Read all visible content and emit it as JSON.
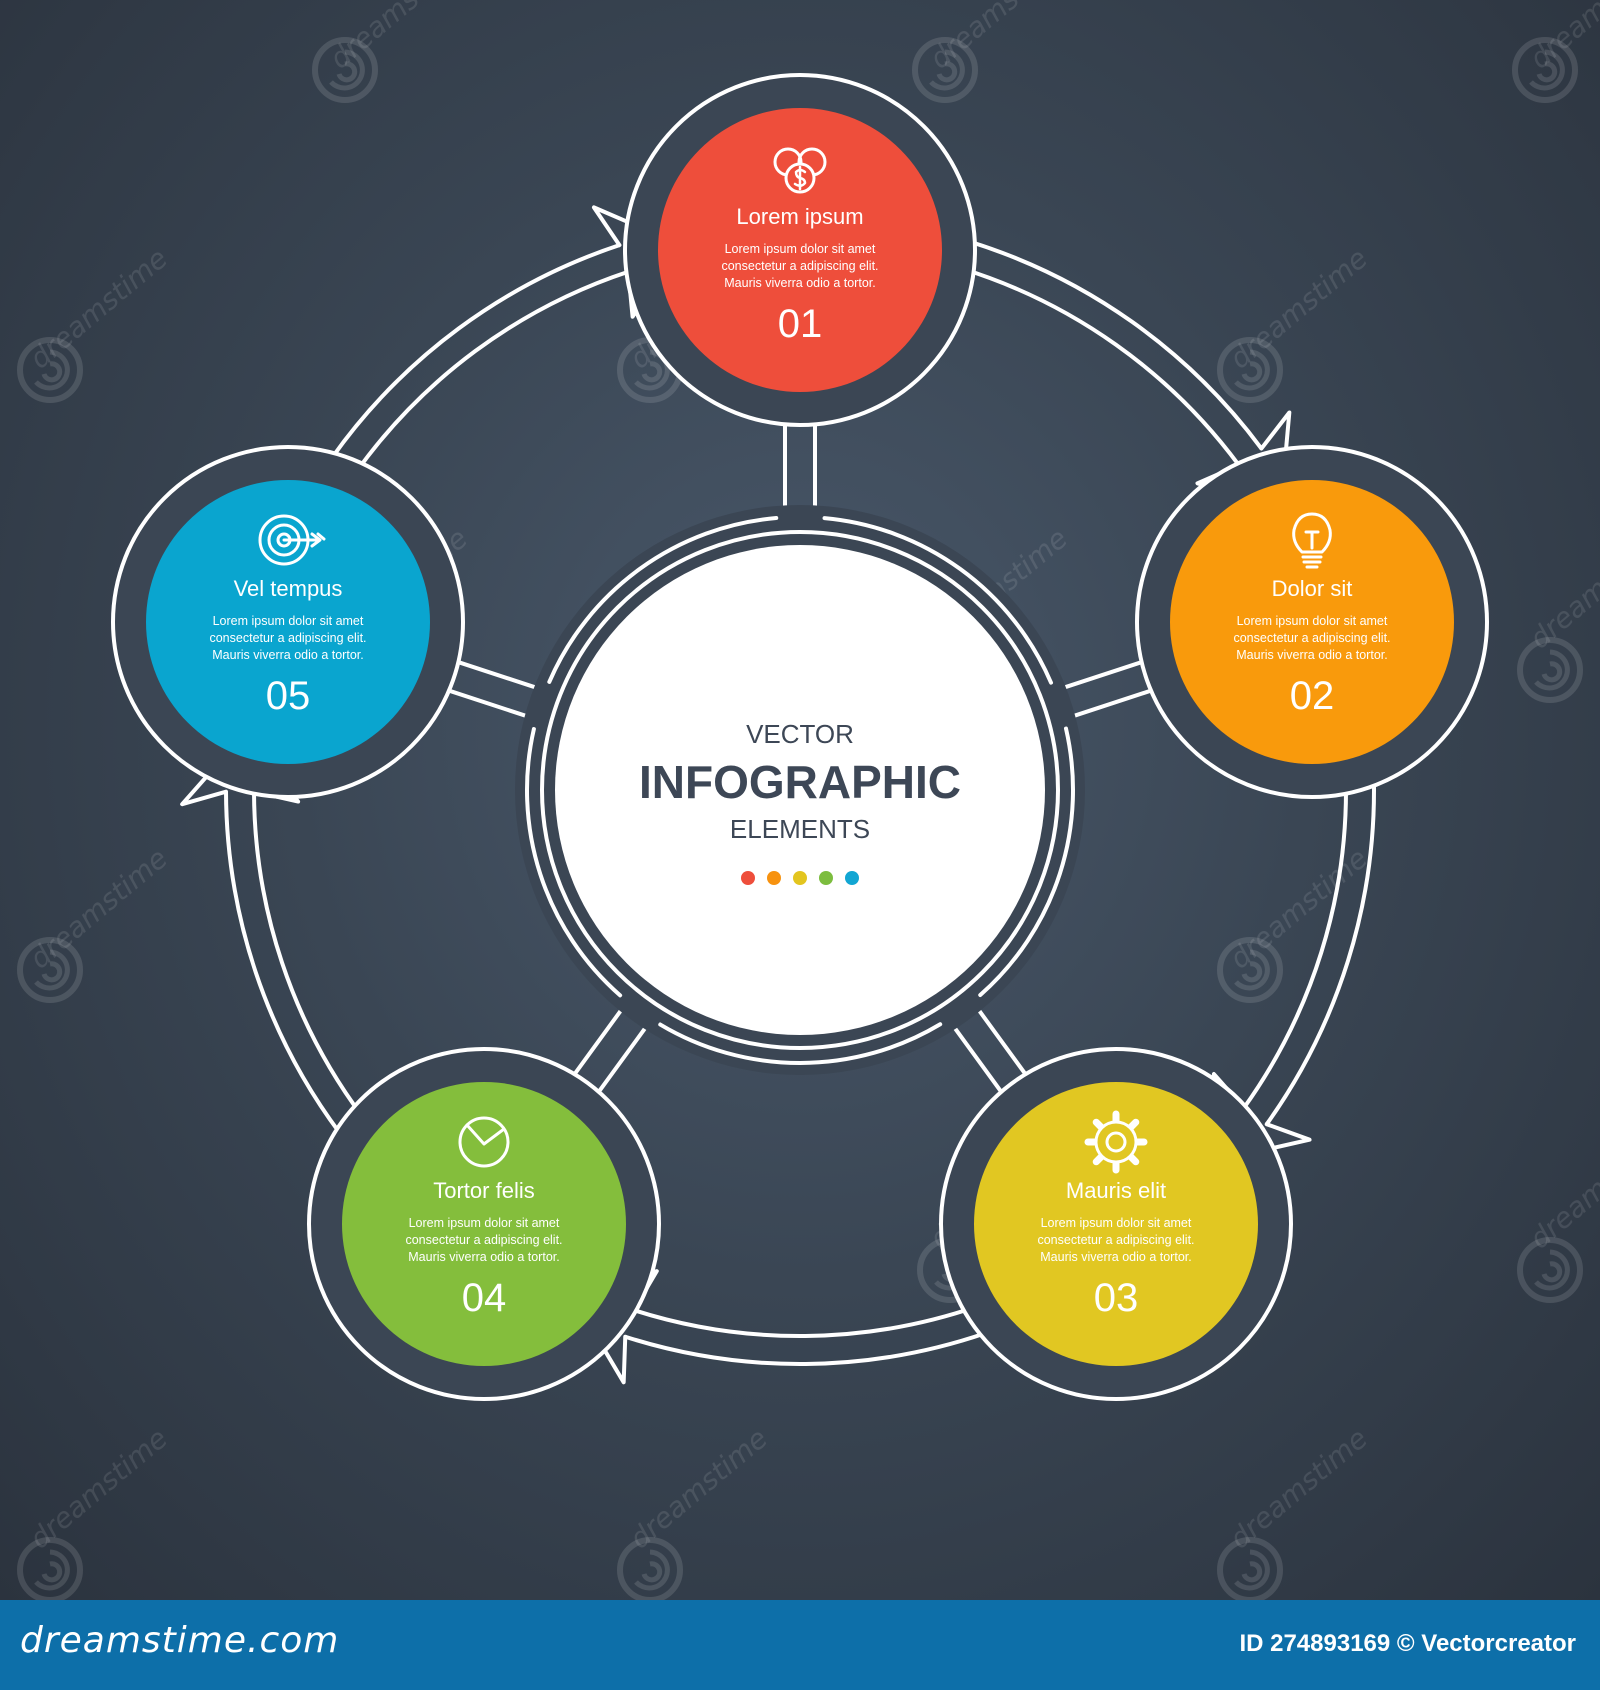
{
  "center": {
    "line1": "VECTOR",
    "line2": "INFOGRAPHIC",
    "line3": "ELEMENTS",
    "dot_colors": [
      "#ee4e3b",
      "#f7920f",
      "#e3c51f",
      "#7cbd3e",
      "#12a6d3"
    ]
  },
  "steps": [
    {
      "number": "01",
      "title": "Lorem ipsum",
      "desc": [
        "Lorem ipsum dolor sit amet",
        "consectetur a adipiscing elit.",
        "Mauris viverra odio a tortor."
      ],
      "color": "#ee4e3b",
      "icon": "dollar-coins-icon"
    },
    {
      "number": "02",
      "title": "Dolor sit",
      "desc": [
        "Lorem ipsum dolor sit amet",
        "consectetur a adipiscing elit.",
        "Mauris viverra odio a tortor."
      ],
      "color": "#f99a0c",
      "icon": "lightbulb-icon"
    },
    {
      "number": "03",
      "title": "Mauris elit",
      "desc": [
        "Lorem ipsum dolor sit amet",
        "consectetur a adipiscing elit.",
        "Mauris viverra odio a tortor."
      ],
      "color": "#e1c722",
      "icon": "gear-icon"
    },
    {
      "number": "04",
      "title": "Tortor felis",
      "desc": [
        "Lorem ipsum dolor sit amet",
        "consectetur a adipiscing elit.",
        "Mauris viverra odio a tortor."
      ],
      "color": "#84be3c",
      "icon": "pie-chart-icon"
    },
    {
      "number": "05",
      "title": "Vel tempus",
      "desc": [
        "Lorem ipsum dolor sit amet",
        "consectetur a adipiscing elit.",
        "Mauris viverra odio a tortor."
      ],
      "color": "#0aa5cf",
      "icon": "target-icon"
    }
  ],
  "watermark": "dreamstime",
  "footer": {
    "site": "dreamstime.com",
    "id_text": "ID 274893169 © Vectorcreator"
  }
}
